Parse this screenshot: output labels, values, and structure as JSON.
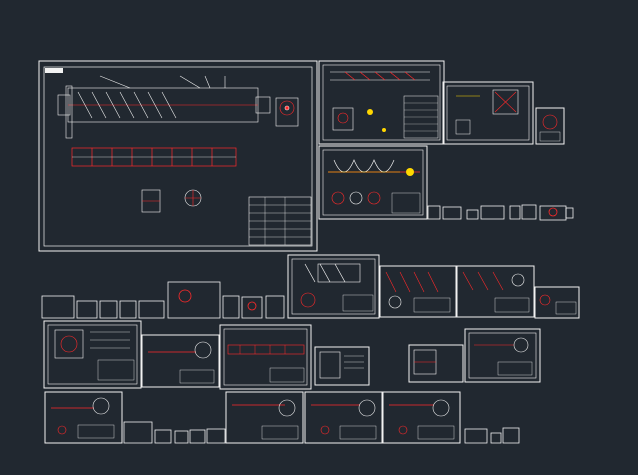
{
  "viewport": {
    "background": "#212830",
    "frame_color": "#f2f2f2",
    "accent_red": "#ff2a2a",
    "accent_yellow": "#ffd700",
    "accent_green": "#3ccf3c"
  },
  "drawing_sheets": [
    {
      "name": "main-assembly-sheet",
      "label": ""
    },
    {
      "name": "screw-conveyor-sheet-2",
      "label": ""
    },
    {
      "name": "hopper-sheet",
      "label": ""
    },
    {
      "name": "screw-detail-sheet",
      "label": ""
    },
    {
      "name": "small-part-sheet",
      "label": ""
    }
  ],
  "title_block_text": [
    "",
    "",
    "",
    ""
  ]
}
